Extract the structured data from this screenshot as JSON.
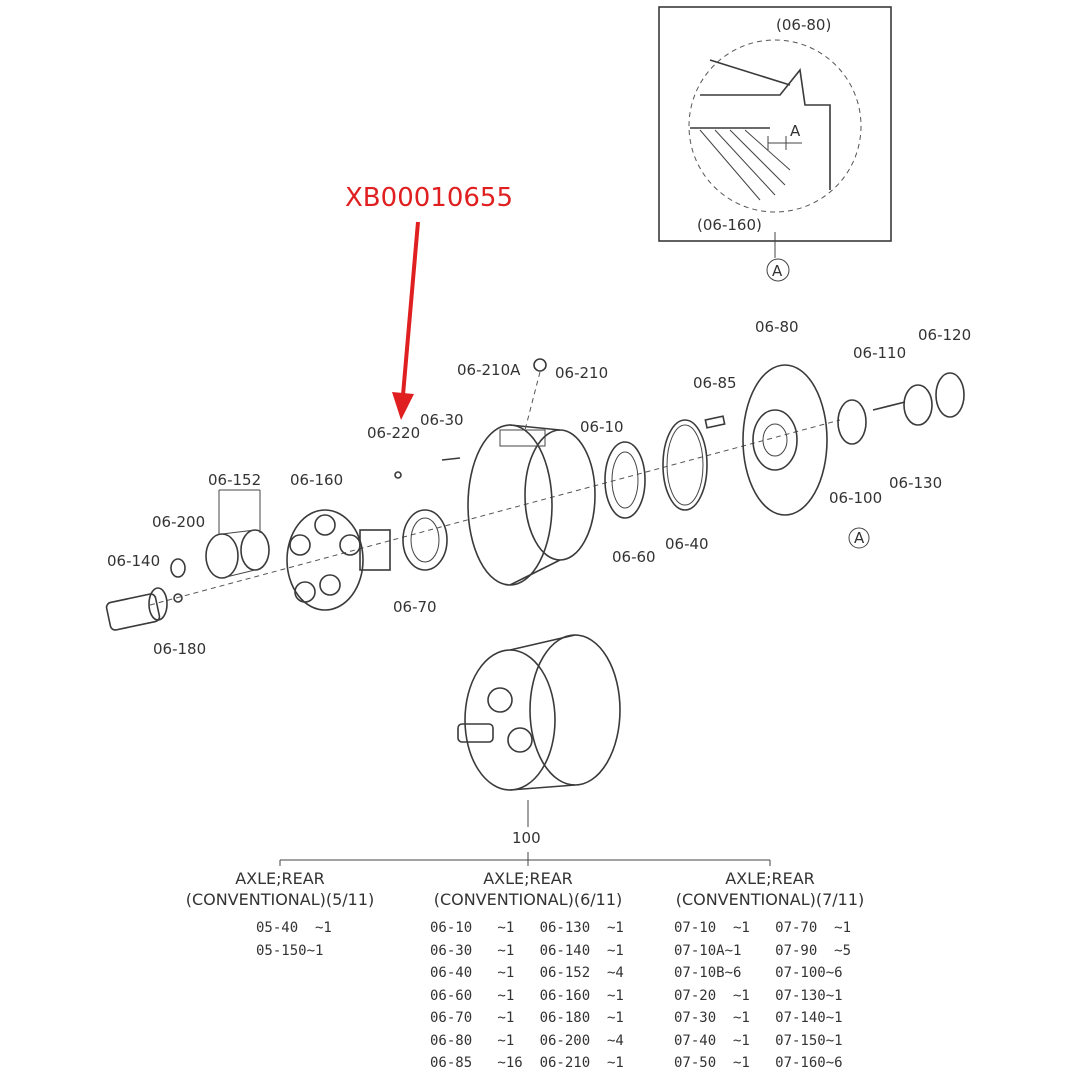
{
  "callout": {
    "part_number": "XB00010655",
    "color": "#e02020"
  },
  "detail": {
    "top_label": "(06-80)",
    "dim_label": "A",
    "bottom_label": "(06-160)",
    "ref_mark": "A"
  },
  "labels": {
    "p06_80": "06-80",
    "p06_120": "06-120",
    "p06_110": "06-110",
    "p06_210a": "06-210A",
    "p06_210": "06-210",
    "p06_85": "06-85",
    "p06_30": "06-30",
    "p06_220": "06-220",
    "p06_10": "06-10",
    "p06_152": "06-152",
    "p06_160": "06-160",
    "p06_200": "06-200",
    "p06_140": "06-140",
    "p06_180": "06-180",
    "p06_70": "06-70",
    "p06_60": "06-60",
    "p06_40": "06-40",
    "p06_100": "06-100",
    "p06_130": "06-130",
    "ref_a": "A",
    "assembly": "100"
  },
  "columns": [
    {
      "title": "AXLE;REAR\n(CONVENTIONAL)(5/11)",
      "rows": "05-40  ~1\n05-150~1"
    },
    {
      "title": "AXLE;REAR\n(CONVENTIONAL)(6/11)",
      "rows": "06-10   ~1   06-130  ~1\n06-30   ~1   06-140  ~1\n06-40   ~1   06-152  ~4\n06-60   ~1   06-160  ~1\n06-70   ~1   06-180  ~1\n06-80   ~1   06-200  ~4\n06-85   ~16  06-210  ~1"
    },
    {
      "title": "AXLE;REAR\n(CONVENTIONAL)(7/11)",
      "rows": "07-10  ~1   07-70  ~1\n07-10A~1    07-90  ~5\n07-10B~6    07-100~6\n07-20  ~1   07-130~1\n07-30  ~1   07-140~1\n07-40  ~1   07-150~1\n07-50  ~1   07-160~6"
    }
  ]
}
